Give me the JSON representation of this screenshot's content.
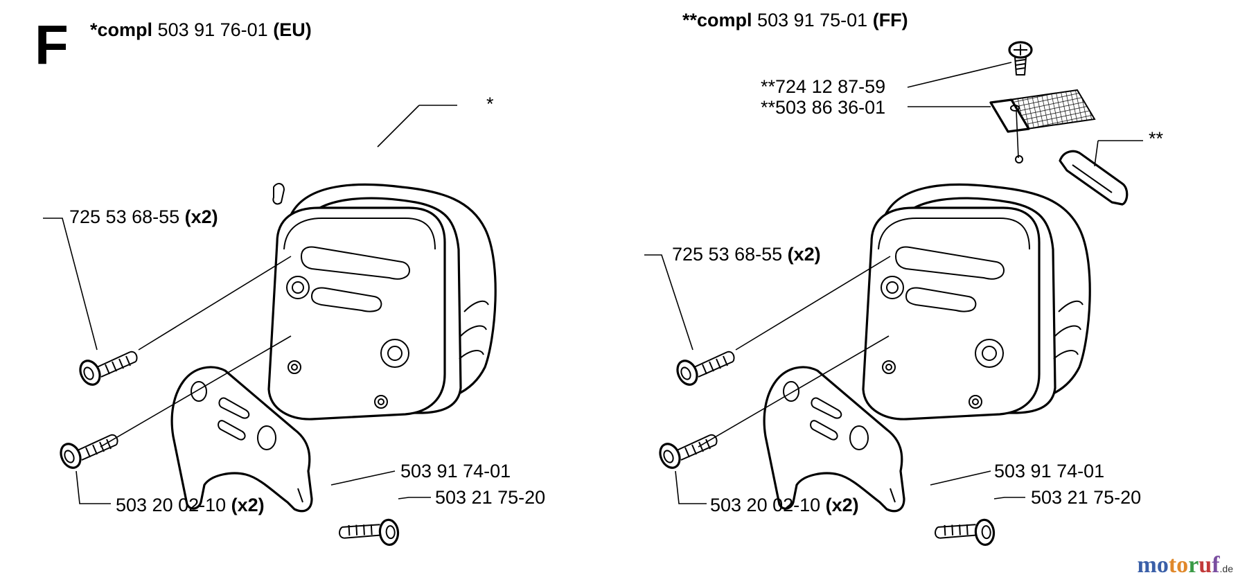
{
  "section_letter": "F",
  "left": {
    "header_prefix": "*compl",
    "header_number": "503 91 76-01",
    "header_suffix": "(EU)",
    "callout_star": "*",
    "bolt_top": "725 53 68-55",
    "bolt_top_qty": "(x2)",
    "bracket": "503 91 74-01",
    "bolt_bottom": "503 20 02-10",
    "bolt_bottom_qty": "(x2)",
    "screw": "503 21 75-20"
  },
  "right": {
    "header_prefix": "**compl",
    "header_number": "503 91 75-01",
    "header_suffix": "(FF)",
    "callout_star": "**",
    "screw_top": "**724 12 87-59",
    "screen": "**503 86 36-01",
    "bolt_top": "725 53 68-55",
    "bolt_top_qty": "(x2)",
    "bracket": "503 91 74-01",
    "bolt_bottom": "503 20 02-10",
    "bolt_bottom_qty": "(x2)",
    "screw": "503 21 75-20"
  },
  "watermark": {
    "parts": [
      "mo",
      "to",
      "r",
      "u",
      "f"
    ],
    "suffix": ".de",
    "colors": [
      "#3a5fa8",
      "#e0882a",
      "#3a9a46",
      "#c23a3a",
      "#7a4ea0"
    ]
  }
}
